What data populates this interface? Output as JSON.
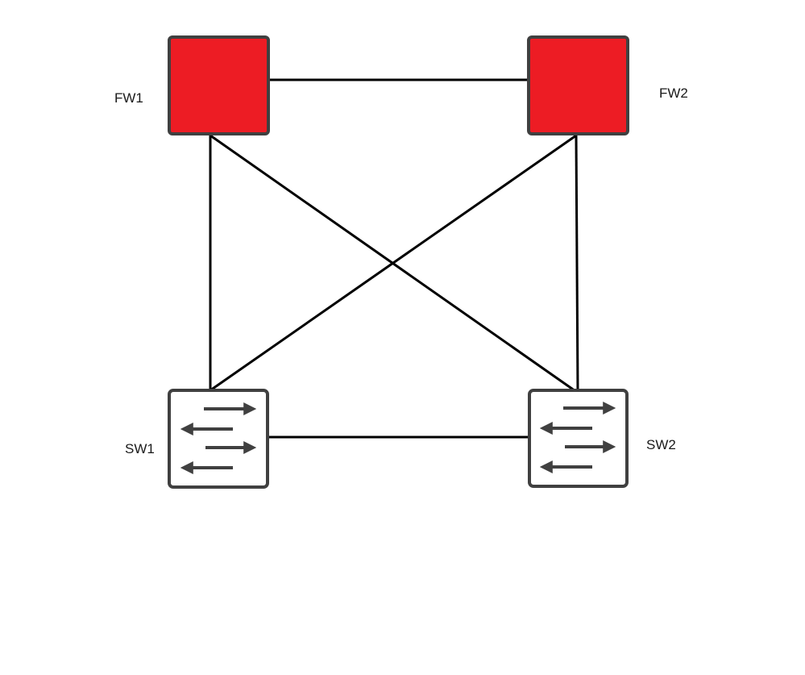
{
  "nodes": {
    "fw1": {
      "label": "FW1",
      "type": "firewall"
    },
    "fw2": {
      "label": "FW2",
      "type": "firewall"
    },
    "sw1": {
      "label": "SW1",
      "type": "switch"
    },
    "sw2": {
      "label": "SW2",
      "type": "switch"
    }
  },
  "links": [
    {
      "from": "fw1",
      "to": "fw2"
    },
    {
      "from": "fw1",
      "to": "sw1"
    },
    {
      "from": "fw1",
      "to": "sw2"
    },
    {
      "from": "fw2",
      "to": "sw1"
    },
    {
      "from": "fw2",
      "to": "sw2"
    },
    {
      "from": "sw1",
      "to": "sw2"
    }
  ],
  "colors": {
    "firewall_fill": "#ed1c24",
    "device_border": "#404040",
    "switch_fill": "#ffffff",
    "arrow": "#404040",
    "link": "#000000",
    "background": "#ffffff"
  },
  "icons": {
    "firewall": "firewall-icon",
    "switch": "switch-arrows-icon"
  }
}
